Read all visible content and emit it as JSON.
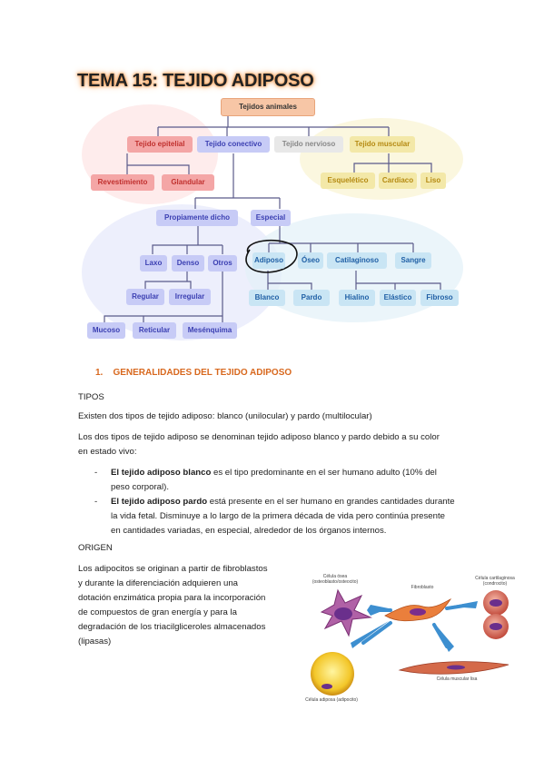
{
  "title": "TEMA 15: TEJIDO ADIPOSO",
  "tree": {
    "root": "Tejidos animales",
    "epitelial": "Tejido epitelial",
    "conectivo": "Tejido conectivo",
    "nervioso": "Tejido nervioso",
    "muscular": "Tejido muscular",
    "revestimiento": "Revestimiento",
    "glandular": "Glandular",
    "esqueletico": "Esquelético",
    "cardiaco": "Cardiaco",
    "liso": "Liso",
    "propiamente": "Propiamente dicho",
    "especial": "Especial",
    "laxo": "Laxo",
    "denso": "Denso",
    "otros": "Otros",
    "adiposo": "Adiposo",
    "oseo": "Óseo",
    "cartilaginoso": "Catilaginoso",
    "sangre": "Sangre",
    "regular": "Regular",
    "irregular": "Irregular",
    "blanco": "Blanco",
    "pardo": "Pardo",
    "hialino": "Hialino",
    "elastico": "Elástico",
    "fibroso": "Fibroso",
    "mucoso": "Mucoso",
    "reticular": "Reticular",
    "mesenquima": "Mesénquima"
  },
  "section_heading": "1.    GENERALIDADES DEL TEJIDO ADIPOSO",
  "tipos_label": "TIPOS",
  "p1": "Existen dos tipos de tejido adiposo: blanco (unilocular) y pardo (multilocular)",
  "p2_line1": "Los dos tipos de tejido adiposo se denominan tejido adiposo blanco y pardo debido a su color",
  "p2_line2": "en estado vivo:",
  "b1_bold": "El tejido adiposo blanco",
  "b1_rest": " es el tipo predominante en el ser humano adulto (10% del",
  "b1_line2": "peso corporal).",
  "b2_bold": "El tejido adiposo pardo",
  "b2_rest": " está presente en el ser humano en grandes cantidades durante",
  "b2_line2": "la vida fetal. Disminuye a lo largo de la primera década de vida pero continúa presente",
  "b2_line3": "en cantidades variadas, en especial, alrededor de los órganos internos.",
  "dash": "-",
  "origen_label": "ORIGEN",
  "origen_lines": [
    "Los adipocitos se originan a partir de fibroblastos",
    "y durante la diferenciación adquieren una",
    "dotación enzimática propia para la incorporación",
    "de compuestos de gran energía y para la",
    "degradación de los triacilgliceroles almacenados",
    "(lipasas)"
  ],
  "figure": {
    "osea": "Célula ósea (osteoblasto/osteocito)",
    "fibroblasto": "Fibroblasto",
    "cartilaginosa": "Célula cartilaginosa (condrocito)",
    "adiposa": "Célula adiposa (adipocito)",
    "muscular": "Célula muscular lisa"
  },
  "colors": {
    "accent_orange": "#d8681e",
    "title_glow": "#f6a35a",
    "epitelial": "#f4a6a6",
    "conectivo": "#c7cbf6",
    "nervioso": "#e8e8e8",
    "muscular": "#f3e8a8",
    "especial": "#c9e5f4"
  }
}
